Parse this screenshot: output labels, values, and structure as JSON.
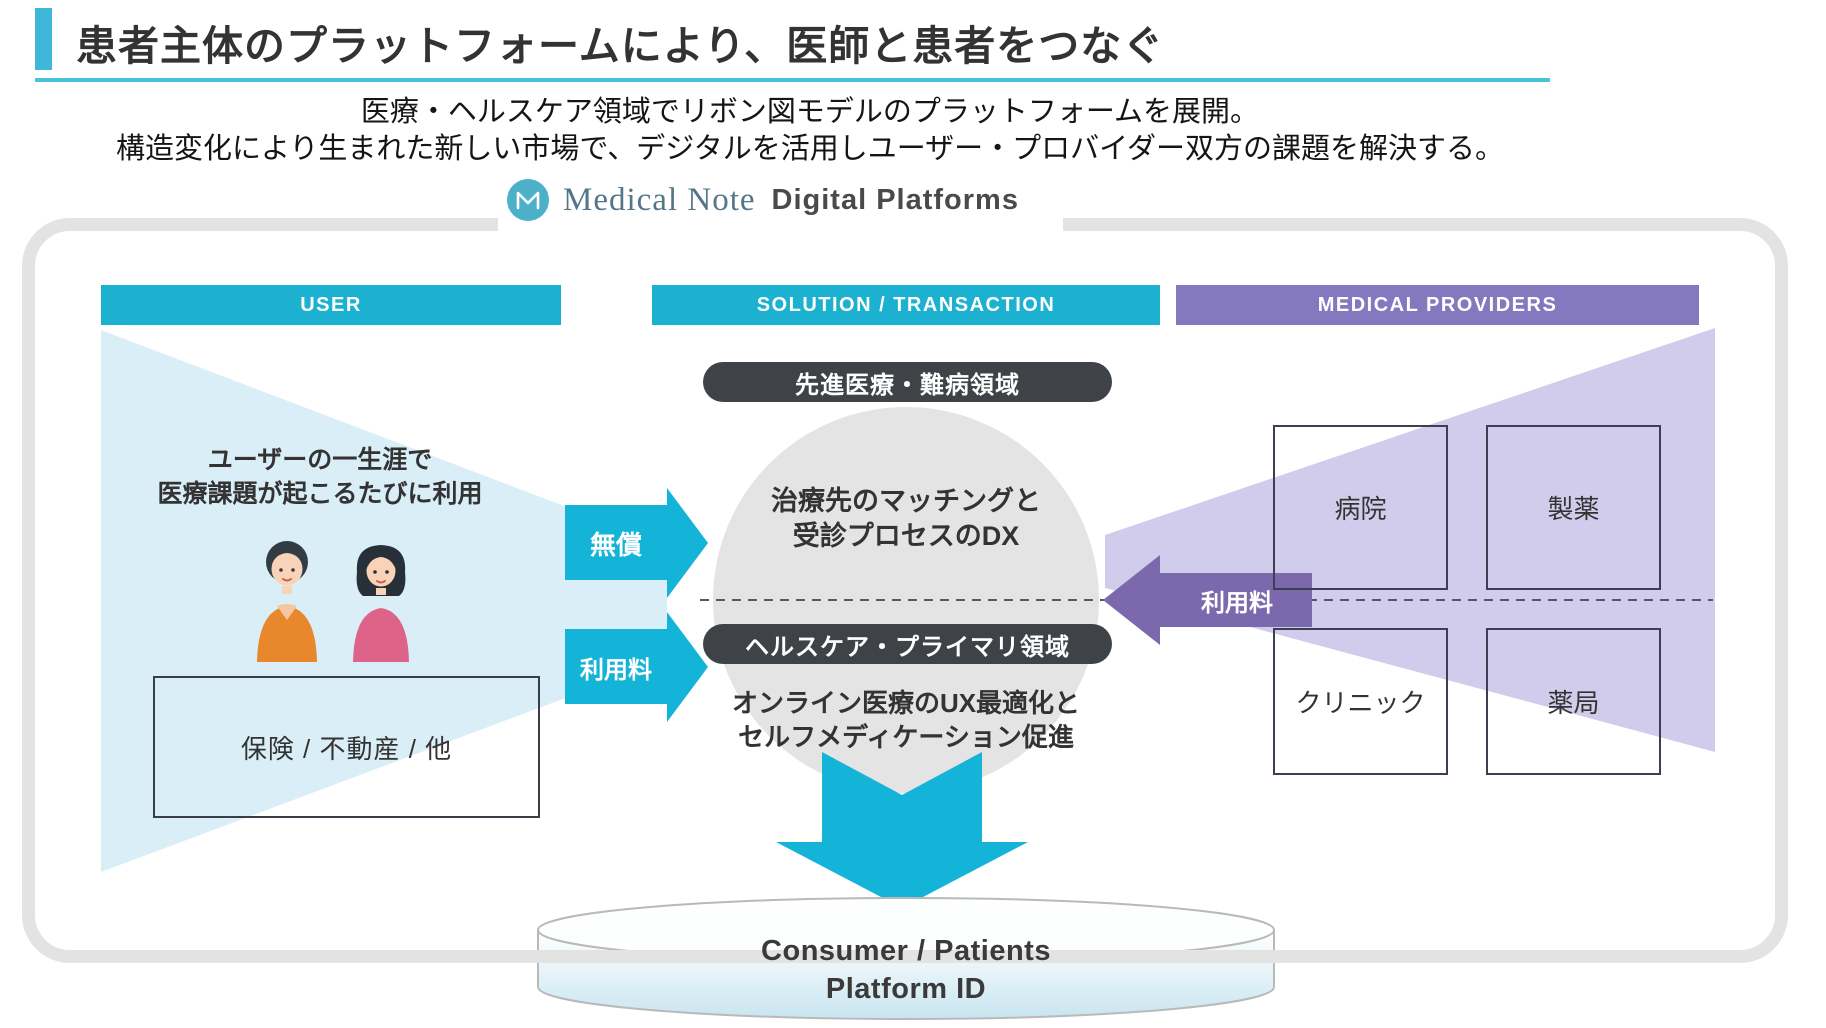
{
  "title": "患者主体のプラットフォームにより、医師と患者をつなぐ",
  "subtitle": {
    "line1": "医療・ヘルスケア領域でリボン図モデルのプラットフォームを展開。",
    "line2": "構造変化により生まれた新しい市場で、デジタルを活用しユーザー・プロバイダー双方の課題を解決する。"
  },
  "logo": {
    "brand": "Medical Note",
    "suffix": "Digital Platforms"
  },
  "columns": {
    "user": "USER",
    "solution": "SOLUTION / TRANSACTION",
    "providers": "MEDICAL PROVIDERS"
  },
  "user_section": {
    "description_line1": "ユーザーの一生涯で",
    "description_line2": "医療課題が起こるたびに利用",
    "box_label": "保険 / 不動産 / 他"
  },
  "flows": {
    "free": "無償",
    "user_fee": "利用料",
    "provider_fee": "利用料"
  },
  "solution_section": {
    "pill_top": "先進医療・難病領域",
    "circle_top_line1": "治療先のマッチングと",
    "circle_top_line2": "受診プロセスのDX",
    "pill_bottom": "ヘルスケア・プライマリ領域",
    "circle_bottom_line1": "オンライン医療のUX最適化と",
    "circle_bottom_line2": "セルフメディケーション促進"
  },
  "providers_section": {
    "boxes": [
      "病院",
      "製薬",
      "クリニック",
      "薬局"
    ]
  },
  "platform": {
    "line1": "Consumer / Patients",
    "line2": "Platform ID"
  },
  "colors": {
    "teal": "#1cb1d0",
    "teal_arrow": "#14b4d8",
    "purple_header": "#8478bf",
    "purple_arrow": "#7c69ad",
    "light_blue_funnel": "#daeef7",
    "light_purple_funnel": "#d2ccec",
    "dark_pill": "#3f4347",
    "gray_circle": "#e4e4e4",
    "frame_gray": "#e3e3e3"
  }
}
